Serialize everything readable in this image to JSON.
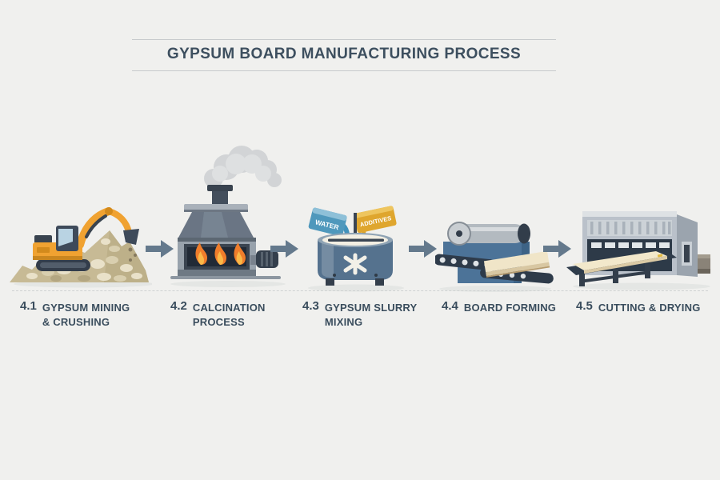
{
  "title": "GYPSUM BOARD MANUFACTURING PROCESS",
  "steps": [
    {
      "number": "4.1",
      "label_line1": "GYPSUM MINING",
      "label_line2": "& CRUSHING",
      "icon": "excavator-mining-icon"
    },
    {
      "number": "4.2",
      "label_line1": "CALCINATION",
      "label_line2": "PROCESS",
      "icon": "calcination-furnace-icon"
    },
    {
      "number": "4.3",
      "label_line1": "GYPSUM SLURRY",
      "label_line2": "MIXING",
      "icon": "slurry-mixer-icon"
    },
    {
      "number": "4.4",
      "label_line1": "BOARD FORMING",
      "label_line2": "",
      "icon": "forming-roller-icon"
    },
    {
      "number": "4.5",
      "label_line1": "CUTTING & DRYING",
      "label_line2": "",
      "icon": "drying-building-icon"
    }
  ],
  "mixer": {
    "water_label": "WATER",
    "additives_label": "ADDITIVES"
  },
  "colors": {
    "background": "#f0f0ee",
    "title_text": "#3d4f5f",
    "label_text": "#3a4d5d",
    "arrow": "#64798c",
    "excavator_yellow": "#f0a231",
    "flame_orange": "#ef7d2b",
    "water_blue": "#4f98bc",
    "additives_gold": "#dfa62e",
    "board_cream": "#f0e5c8",
    "machine_blue": "#4c7398",
    "steel_gray": "#9aa4ae",
    "smoke_gray": "#d2d4d6"
  }
}
